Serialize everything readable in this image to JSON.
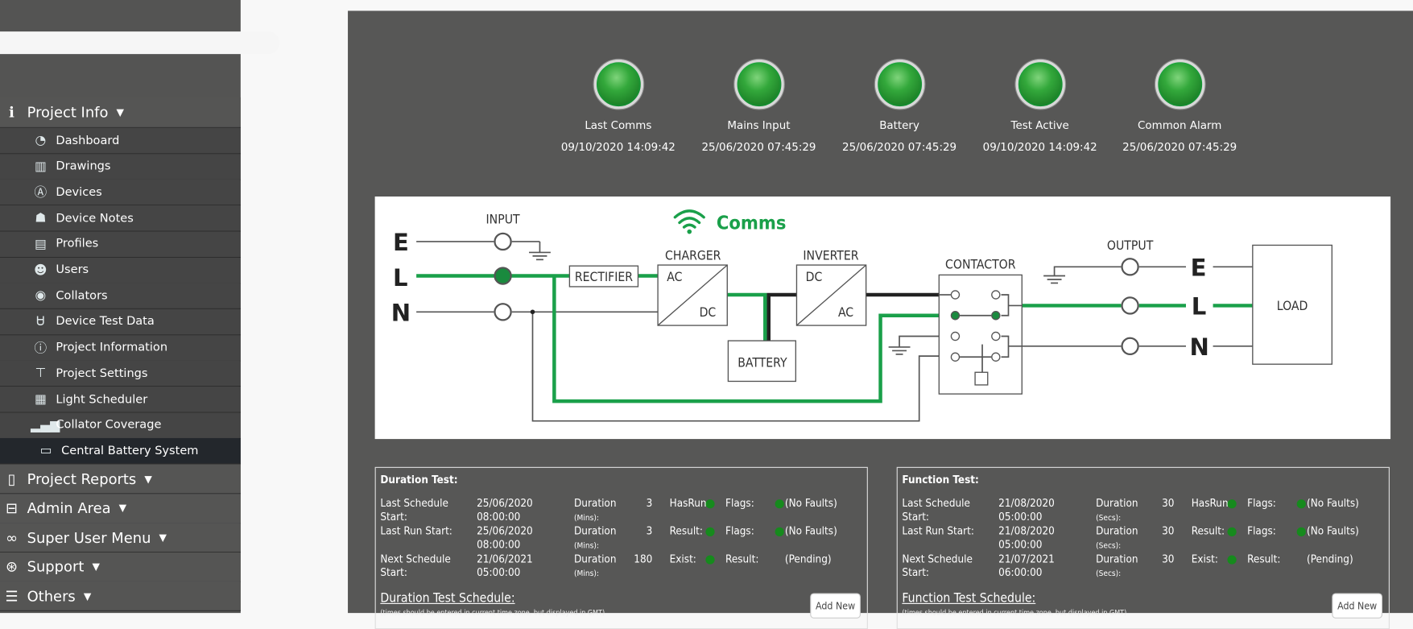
{
  "sidebar": {
    "sections": [
      {
        "label": "Project Info",
        "icon": "info-icon",
        "expanded": true,
        "items": [
          {
            "label": "Dashboard",
            "icon": "gauge-icon"
          },
          {
            "label": "Drawings",
            "icon": "map-icon"
          },
          {
            "label": "Devices",
            "icon": "antenna-icon"
          },
          {
            "label": "Device Notes",
            "icon": "reader-icon"
          },
          {
            "label": "Profiles",
            "icon": "id-card-icon"
          },
          {
            "label": "Users",
            "icon": "users-icon"
          },
          {
            "label": "Collators",
            "icon": "collator-icon"
          },
          {
            "label": "Device Test Data",
            "icon": "stethoscope-icon"
          },
          {
            "label": "Project Information",
            "icon": "info-circle-icon"
          },
          {
            "label": "Project Settings",
            "icon": "sitemap-icon"
          },
          {
            "label": "Light Scheduler",
            "icon": "calendar-icon"
          },
          {
            "label": "Collator Coverage",
            "icon": "signal-icon"
          },
          {
            "label": "Central Battery System",
            "icon": "battery-icon",
            "active": true
          }
        ]
      },
      {
        "label": "Project Reports",
        "icon": "clipboard-icon"
      },
      {
        "label": "Admin Area",
        "icon": "toolbox-icon"
      },
      {
        "label": "Super User Menu",
        "icon": "mask-icon"
      },
      {
        "label": "Support",
        "icon": "lifebuoy-icon"
      },
      {
        "label": "Others",
        "icon": "menu-icon"
      }
    ]
  },
  "status_lights": [
    {
      "label": "Last Comms",
      "timestamp": "09/10/2020 14:09:42",
      "color": "#33a83b"
    },
    {
      "label": "Mains Input",
      "timestamp": "25/06/2020 07:45:29",
      "color": "#33a83b"
    },
    {
      "label": "Battery",
      "timestamp": "25/06/2020 07:45:29",
      "color": "#33a83b"
    },
    {
      "label": "Test Active",
      "timestamp": "09/10/2020 14:09:42",
      "color": "#33a83b"
    },
    {
      "label": "Common Alarm",
      "timestamp": "25/06/2020 07:45:29",
      "color": "#33a83b"
    }
  ],
  "diagram": {
    "comms": "Comms",
    "input": "INPUT",
    "output": "OUTPUT",
    "rectifier": "RECTIFIER",
    "charger": "CHARGER",
    "inverter": "INVERTER",
    "contactor": "CONTACTOR",
    "battery": "BATTERY",
    "load": "LOAD",
    "ac": "AC",
    "dc": "DC",
    "e": "E",
    "l": "L",
    "n": "N",
    "active_color": "#1aa04a"
  },
  "tests": [
    {
      "title": "Duration Test:",
      "rows": [
        {
          "label": "Last Schedule Start:",
          "date": "25/06/2020",
          "time": "08:00:00",
          "dur": "Duration",
          "unit": "(Mins):",
          "value": "3",
          "s1": "HasRun:",
          "d1": true,
          "s2": "Flags:",
          "d2": true,
          "text": "(No Faults)"
        },
        {
          "label": "Last Run Start:",
          "date": "25/06/2020",
          "time": "08:00:00",
          "dur": "Duration",
          "unit": "(Mins):",
          "value": "3",
          "s1": "Result:",
          "d1": true,
          "s2": "Flags:",
          "d2": true,
          "text": "(No Faults)"
        },
        {
          "label": "Next Schedule Start:",
          "date": "21/06/2021",
          "time": "05:00:00",
          "dur": "Duration",
          "unit": "(Mins):",
          "value": "180",
          "s1": "Exist:",
          "d1": true,
          "s2": "Result:",
          "d2": false,
          "text": "(Pending)"
        }
      ],
      "schedule_title": "Duration Test Schedule:",
      "schedule_note": "(times should be entered in current time zone, but displayed in GMT)",
      "add_new": "Add New"
    },
    {
      "title": "Function Test:",
      "rows": [
        {
          "label": "Last Schedule Start:",
          "date": "21/08/2020",
          "time": "05:00:00",
          "dur": "Duration",
          "unit": "(Secs):",
          "value": "30",
          "s1": "HasRun:",
          "d1": true,
          "s2": "Flags:",
          "d2": true,
          "text": "(No Faults)"
        },
        {
          "label": "Last Run Start:",
          "date": "21/08/2020",
          "time": "05:00:00",
          "dur": "Duration",
          "unit": "(Secs):",
          "value": "30",
          "s1": "Result:",
          "d1": true,
          "s2": "Flags:",
          "d2": true,
          "text": "(No Faults)"
        },
        {
          "label": "Next Schedule Start:",
          "date": "21/07/2021",
          "time": "06:00:00",
          "dur": "Duration",
          "unit": "(Secs):",
          "value": "30",
          "s1": "Exist:",
          "d1": true,
          "s2": "Result:",
          "d2": false,
          "text": "(Pending)"
        }
      ],
      "schedule_title": "Function Test Schedule:",
      "schedule_note": "(times should be entered in current time zone, but displayed in GMT)",
      "add_new": "Add New"
    }
  ]
}
